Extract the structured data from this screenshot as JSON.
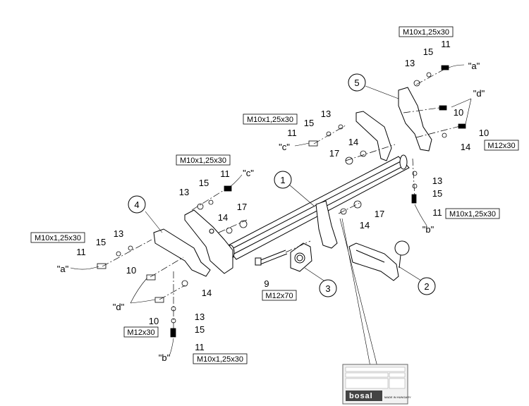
{
  "callouts": {
    "c1": "1",
    "c2": "2",
    "c3": "3",
    "c4": "4",
    "c5": "5"
  },
  "specs": {
    "top_right": "M10x1,25x30",
    "mid_top": "M10x1,25x30",
    "left_mid": "M10x1,25x30",
    "left": "M10x1,25x30",
    "right_mid": "M10x1,25x30",
    "bottom": "M10x1,25x30",
    "right_m12": "M12x30",
    "left_m12": "M12x30",
    "center_m12x70": "M12x70"
  },
  "parts": {
    "n11": "11",
    "n13": "13",
    "n14": "14",
    "n15": "15",
    "n17": "17",
    "n10": "10",
    "n9": "9",
    "a": "\"a\"",
    "b": "\"b\"",
    "c": "\"c\"",
    "d": "\"d\""
  },
  "plate": {
    "brand": "bosal",
    "made_in": "MADE IN HUNGARY"
  }
}
